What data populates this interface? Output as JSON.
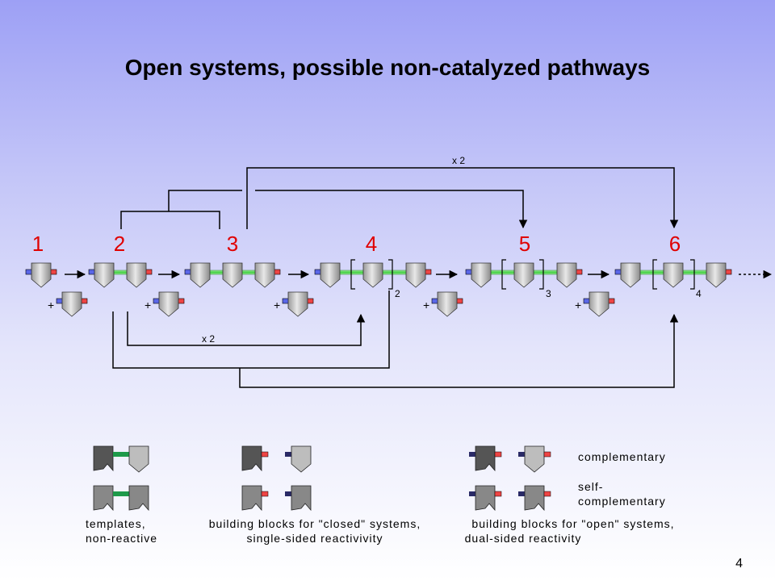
{
  "title": "Open systems, possible non-catalyzed pathways",
  "page_number": "4",
  "stages": [
    "1",
    "2",
    "3",
    "4",
    "5",
    "6"
  ],
  "multipliers": {
    "top": "x 2",
    "bottom": "x 2"
  },
  "brackets": [
    "2",
    "3",
    "4"
  ],
  "plus": "+",
  "legend": {
    "complementary": "complementary",
    "self_complementary_1": "self-",
    "self_complementary_2": "complementary",
    "templates_1": "templates,",
    "templates_2": "non-reactive",
    "closed_1": "building blocks for \"closed\" systems,",
    "closed_2": "single-sided reactivivity",
    "open_1": "building blocks for \"open\" systems,",
    "open_2": "dual-sided reactivity"
  },
  "colors": {
    "title": "#000000",
    "stage_number": "#e00000",
    "blue_end": "#5a66e8",
    "red_end": "#ee4444",
    "green_link": "#66dd66",
    "dark_green_link": "#1e9a4a",
    "block_light": "#d4d4d4",
    "block_dark": "#555555",
    "block_mid": "#888888",
    "navy_end": "#2a2a66"
  }
}
